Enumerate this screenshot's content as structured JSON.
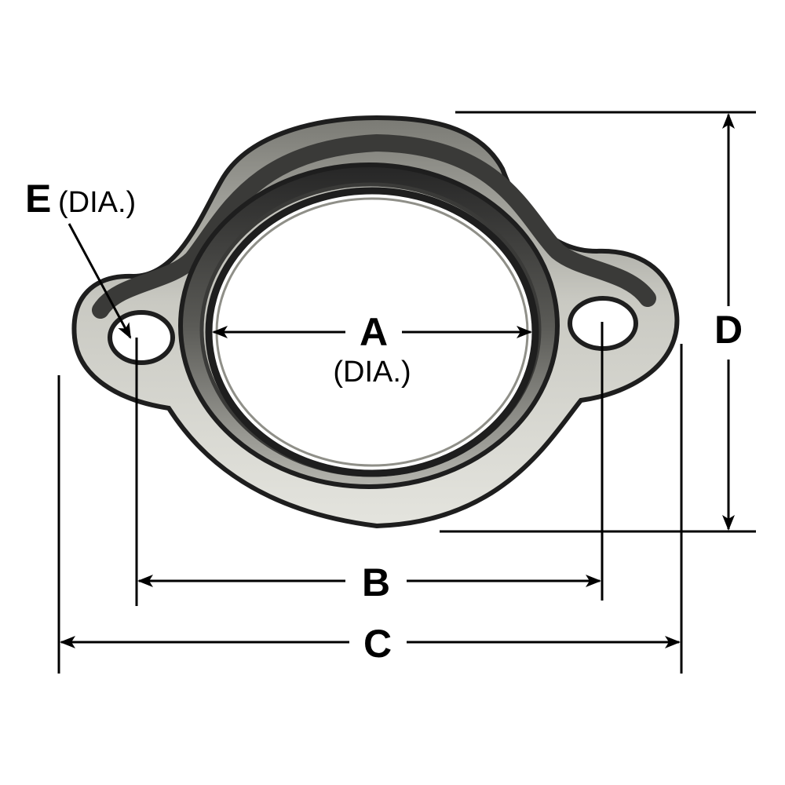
{
  "diagram": {
    "labels": {
      "A": "A",
      "A_note": "(DIA.)",
      "B": "B",
      "C": "C",
      "D": "D",
      "E": "E",
      "E_note": "(DIA.)"
    },
    "colors": {
      "background": "#ffffff",
      "ink": "#000000",
      "metal_light": "#d9d9d2",
      "metal_mid": "#9b9b94",
      "metal_dark": "#2b2b2b"
    }
  }
}
